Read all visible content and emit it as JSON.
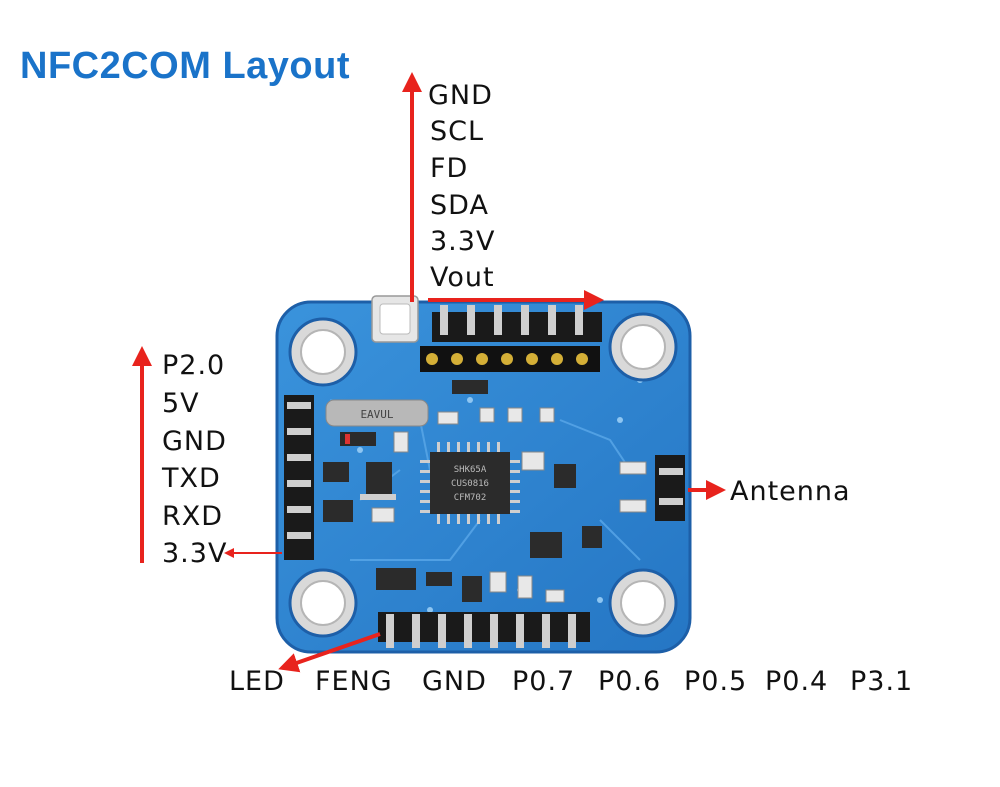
{
  "title": "NFC2COM Layout",
  "top_header": {
    "pins": [
      "GND",
      "SCL",
      "FD",
      "SDA",
      "3.3V",
      "Vout"
    ]
  },
  "left_header": {
    "pins": [
      "P2.0",
      "5V",
      "GND",
      "TXD",
      "RXD",
      "3.3V"
    ]
  },
  "bottom_header": {
    "pins": [
      "LED",
      "FENG",
      "GND",
      "P0.7",
      "P0.6",
      "P0.5",
      "P0.4",
      "P3.1"
    ]
  },
  "right_connector": {
    "label": "Antenna"
  },
  "chip_markings": [
    "SHK65A",
    "CUS0816",
    "CFM702"
  ],
  "crystal_marking": "EAVUL",
  "colors": {
    "title": "#1a73c9",
    "arrow": "#e8231d",
    "pcb": "#2f86d1",
    "pcb_dark": "#1d5fa8"
  }
}
